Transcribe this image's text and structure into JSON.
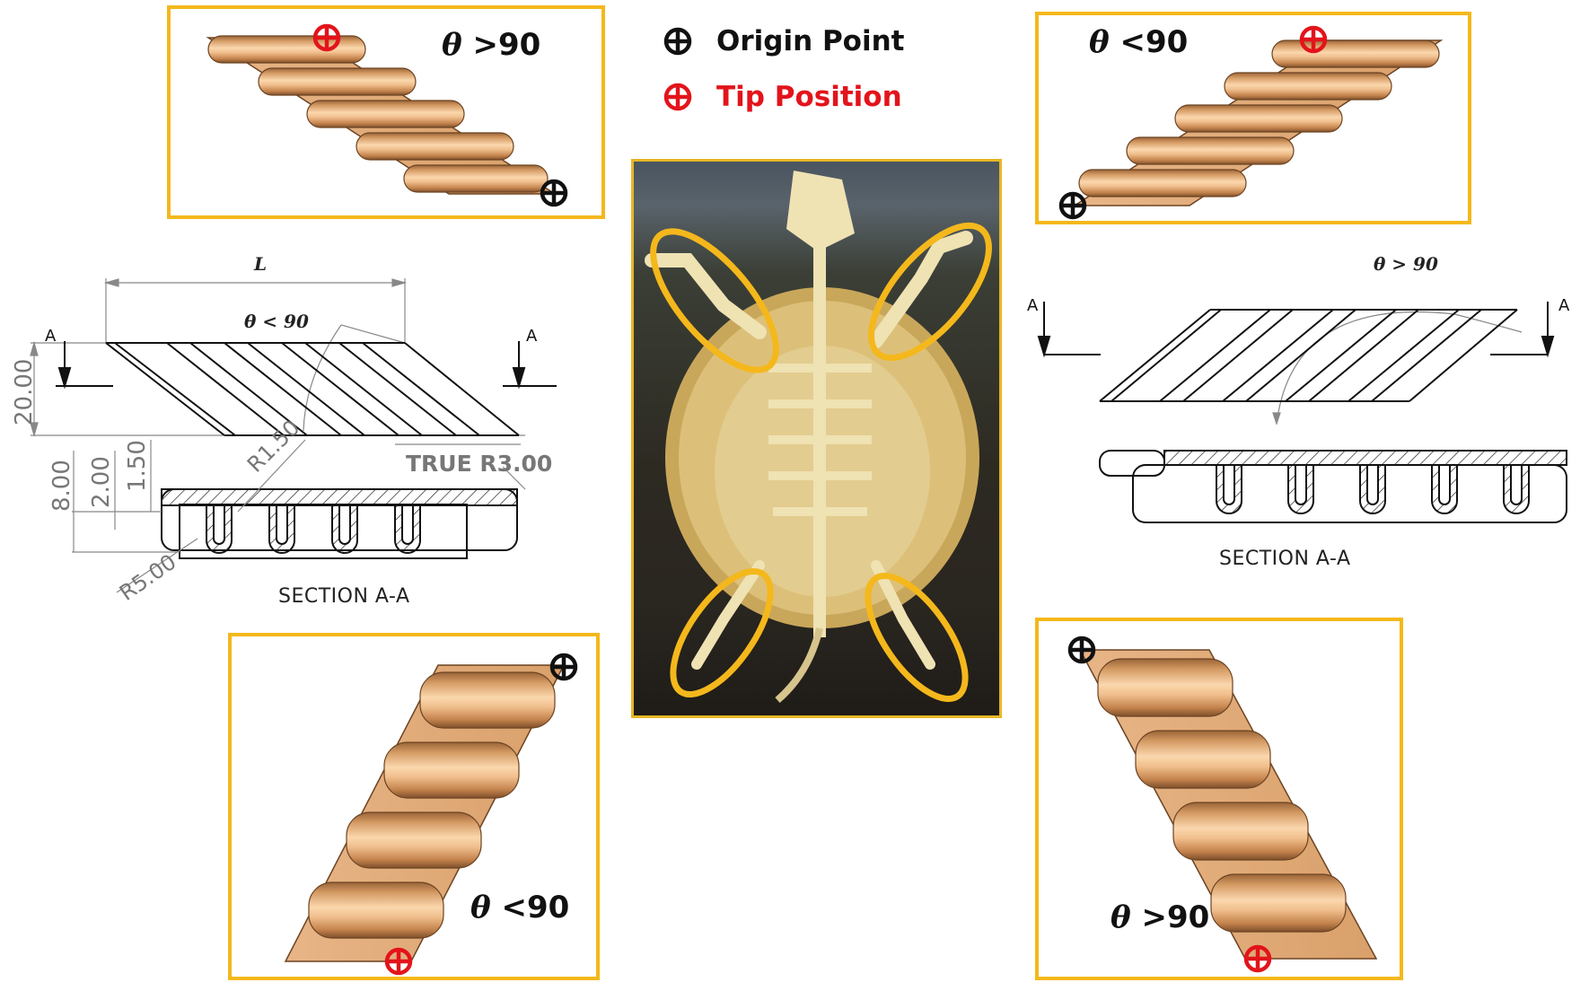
{
  "legend": {
    "origin": {
      "label": "Origin Point",
      "color": "#111111",
      "icon": "crosshair-circle-icon"
    },
    "tip": {
      "label": "Tip Position",
      "color": "#e3141b",
      "icon": "crosshair-circle-icon"
    }
  },
  "panels": {
    "top_left": {
      "theta": "θ",
      "relation": ">90"
    },
    "top_right": {
      "theta": "θ",
      "relation": "<90"
    },
    "bottom_left": {
      "theta": "θ",
      "relation": "<90"
    },
    "bottom_right": {
      "theta": "θ",
      "relation": ">90"
    }
  },
  "left_drawing": {
    "length_label": "L",
    "angle_label": "θ < 90",
    "section_marker": "A",
    "dimensions": {
      "height": "20.00",
      "d8": "8.00",
      "d2": "2.00",
      "d15": "1.50",
      "r150": "R1.50",
      "r500": "R5.00",
      "true_r": "TRUE R3.00"
    },
    "caption": "SECTION A-A"
  },
  "right_drawing": {
    "angle_label": "θ > 90",
    "section_marker": "A",
    "caption": "SECTION A-A"
  },
  "photo": {
    "subject": "turtle skeleton (ventral view) with limbs highlighted",
    "highlight_color": "#f4b81c",
    "highlights": [
      "front-left-flipper",
      "front-right-flipper",
      "rear-left-flipper",
      "rear-right-flipper"
    ]
  },
  "colors": {
    "frame": "#f4b81c",
    "copper_light": "#f3c89a",
    "copper_mid": "#d9a06a",
    "copper_dark": "#8a5a32",
    "tip_red": "#e3141b"
  }
}
